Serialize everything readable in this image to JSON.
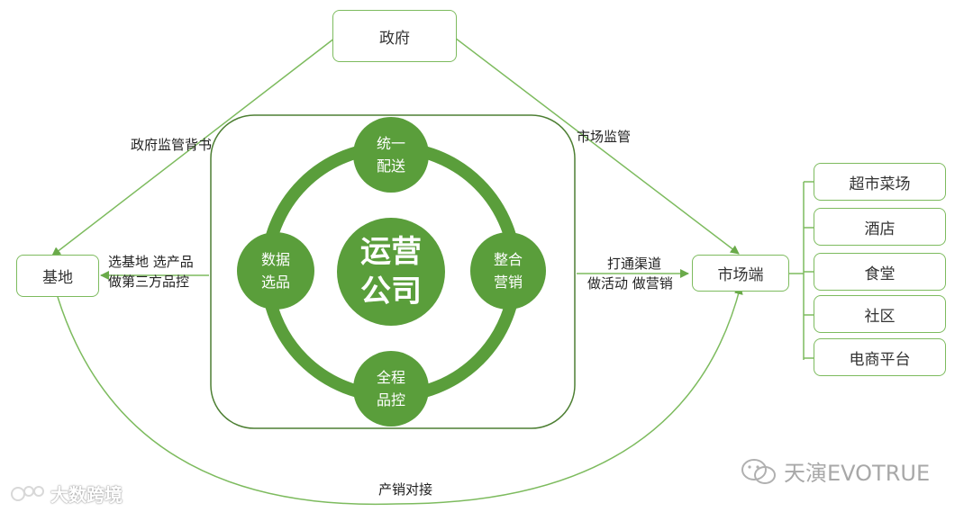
{
  "colors": {
    "green": "#5a9e3b",
    "line": "#7dbb5e"
  },
  "government": "政府",
  "base": "基地",
  "market": "市场端",
  "core": {
    "center_line1": "运营",
    "center_line2": "公司",
    "top": [
      "统一",
      "配送"
    ],
    "left": [
      "数据",
      "选品"
    ],
    "right": [
      "整合",
      "营销"
    ],
    "bottom": [
      "全程",
      "品控"
    ]
  },
  "edges": {
    "gov_base": "政府监管背书",
    "gov_market": "市场监管",
    "base_ops": [
      "选基地  选产品",
      "做第三方品控"
    ],
    "ops_market": [
      "打通渠道",
      "做活动 做营销"
    ],
    "base_market": "产销对接"
  },
  "channels": [
    "超市菜场",
    "酒店",
    "食堂",
    "社区",
    "电商平台"
  ],
  "watermarks": {
    "left": "大数跨境",
    "right": "天演EVOTRUE"
  }
}
